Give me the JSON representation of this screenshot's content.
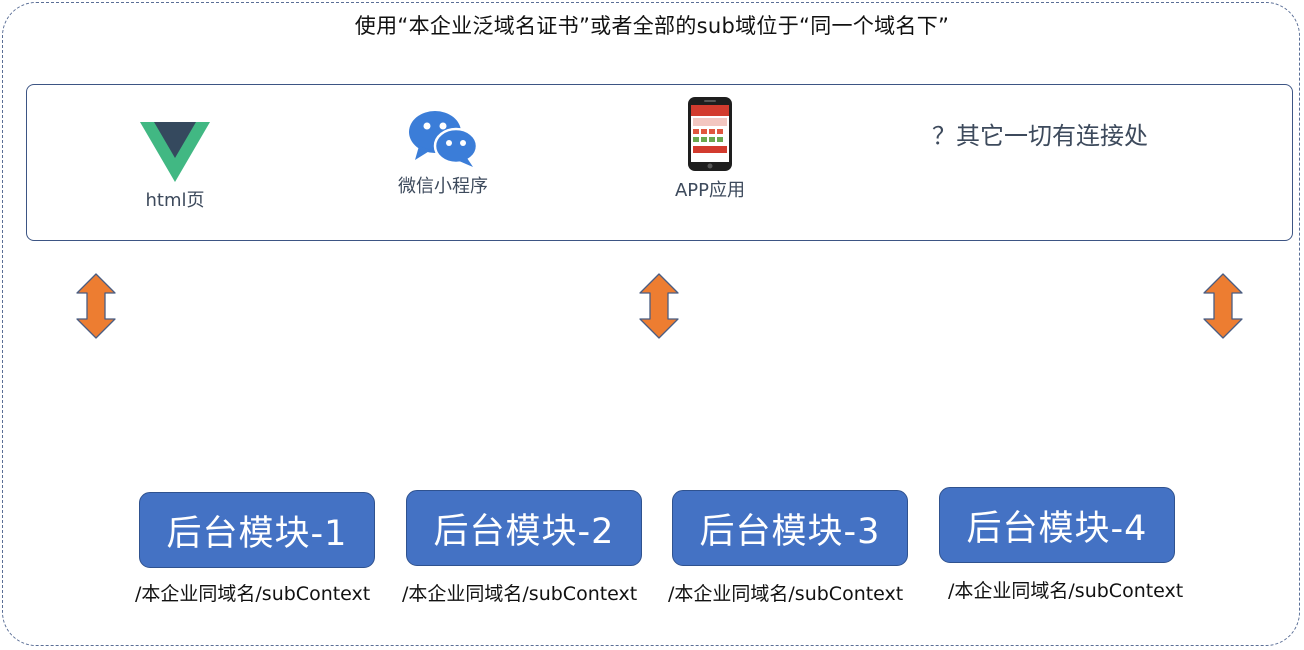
{
  "title": "使用“本企业泛域名证书”或者全部的sub域位于“同一个域名下”",
  "clients": {
    "html": "html页",
    "miniprogram": "微信小程序",
    "app": "APP应用",
    "other": "？其它一切有连接处"
  },
  "modules": [
    {
      "label": "后台模块-1",
      "path": "/本企业同域名/subContext"
    },
    {
      "label": "后台模块-2",
      "path": "/本企业同域名/subContext"
    },
    {
      "label": "后台模块-3",
      "path": "/本企业同域名/subContext"
    },
    {
      "label": "后台模块-4",
      "path": "/本企业同域名/subContext"
    }
  ],
  "colors": {
    "module_fill": "#4472c4",
    "arrow_fill": "#ed7d31",
    "frame_stroke": "#3d5584",
    "vue_green": "#41b883",
    "vue_dark": "#35495e",
    "wechat_blue": "#3b7dd8"
  },
  "icons": [
    "vue-logo-icon",
    "wechat-icon",
    "smartphone-icon",
    "double-arrow-icon"
  ]
}
